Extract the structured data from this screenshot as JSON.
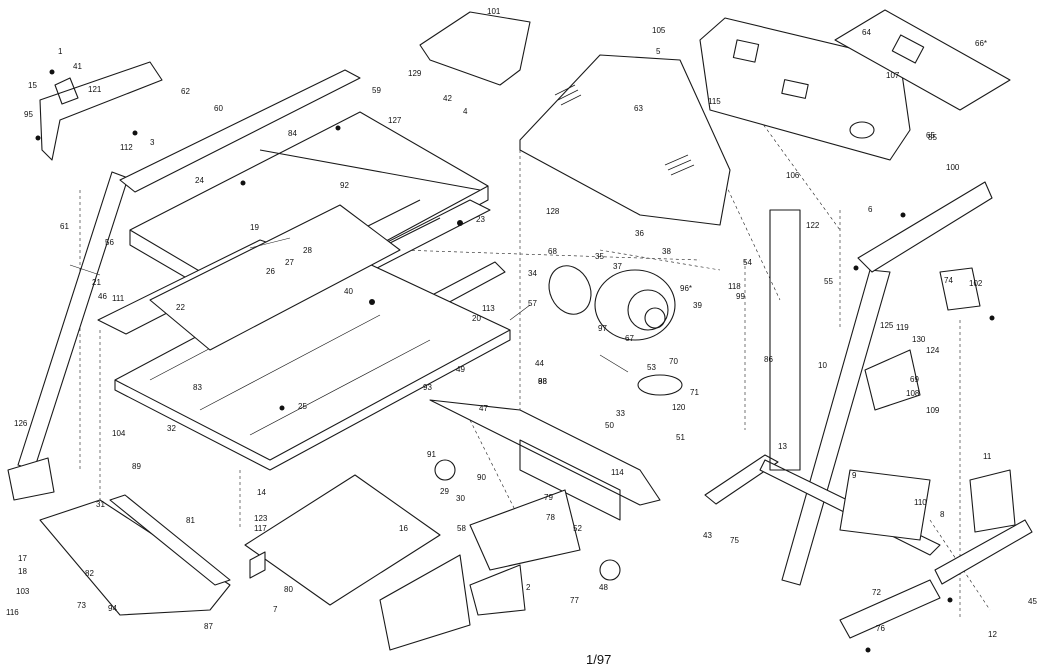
{
  "diagram": {
    "footer_label": "1/97",
    "callouts": [
      "1",
      "2",
      "3",
      "4",
      "5",
      "6",
      "7",
      "8",
      "9",
      "10",
      "11",
      "12",
      "13",
      "14",
      "15",
      "16",
      "17",
      "18",
      "19",
      "20",
      "21",
      "22",
      "23",
      "24",
      "25",
      "26",
      "27",
      "28",
      "29",
      "30",
      "31",
      "32",
      "33",
      "34",
      "35",
      "36",
      "37",
      "38",
      "39",
      "40",
      "41",
      "42",
      "43",
      "44",
      "45",
      "46",
      "47",
      "48",
      "49",
      "50",
      "51",
      "52",
      "53",
      "54",
      "55",
      "56",
      "57",
      "58",
      "59",
      "60",
      "61",
      "62",
      "63",
      "64",
      "65",
      "66*",
      "67",
      "68",
      "69",
      "70",
      "71",
      "72",
      "73",
      "74",
      "75",
      "76",
      "77",
      "78",
      "79",
      "80",
      "81",
      "82",
      "83",
      "84",
      "85",
      "86",
      "87",
      "88",
      "89",
      "90",
      "91",
      "92",
      "93",
      "94",
      "95",
      "96*",
      "97",
      "98",
      "99",
      "100",
      "101",
      "102",
      "103",
      "104",
      "105",
      "106",
      "107",
      "108",
      "109",
      "110",
      "111",
      "112",
      "113",
      "114",
      "115",
      "116",
      "117",
      "118",
      "119",
      "120",
      "121",
      "122",
      "123",
      "124",
      "125",
      "126",
      "127",
      "128",
      "129",
      "130"
    ]
  }
}
